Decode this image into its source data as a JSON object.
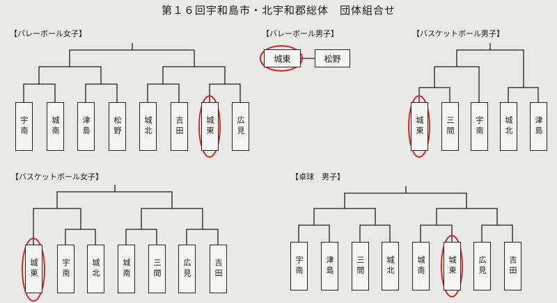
{
  "title": "第１６回宇和島市・北宇和郡総体　団体組合せ",
  "sections": {
    "volleyball_girls": {
      "label": "【バレーボール女子】",
      "teams": [
        "宇南",
        "城南",
        "津島",
        "松野",
        "城北",
        "吉田",
        "城東",
        "広見"
      ]
    },
    "volleyball_boys": {
      "label": "【バレーボール男子】",
      "teams": [
        "城東",
        "松野"
      ]
    },
    "basketball_boys": {
      "label": "【バスケットボール男子】",
      "teams": [
        "城東",
        "三間",
        "宇南",
        "城北",
        "津島"
      ]
    },
    "basketball_girls": {
      "label": "【バスケットボール女子】",
      "teams": [
        "城東",
        "宇南",
        "城北",
        "城南",
        "三間",
        "広見",
        "吉田"
      ]
    },
    "table_tennis_boys": {
      "label": "【卓球　男子】",
      "teams": [
        "宇南",
        "津島",
        "三間",
        "城北",
        "城南",
        "城東",
        "広見",
        "吉田"
      ]
    }
  },
  "highlight": {
    "team": "城東",
    "color": "#d9252a"
  },
  "colors": {
    "paper": "#e9e9e7",
    "ink": "#1c1c1c",
    "box": "#f4f4f2"
  }
}
